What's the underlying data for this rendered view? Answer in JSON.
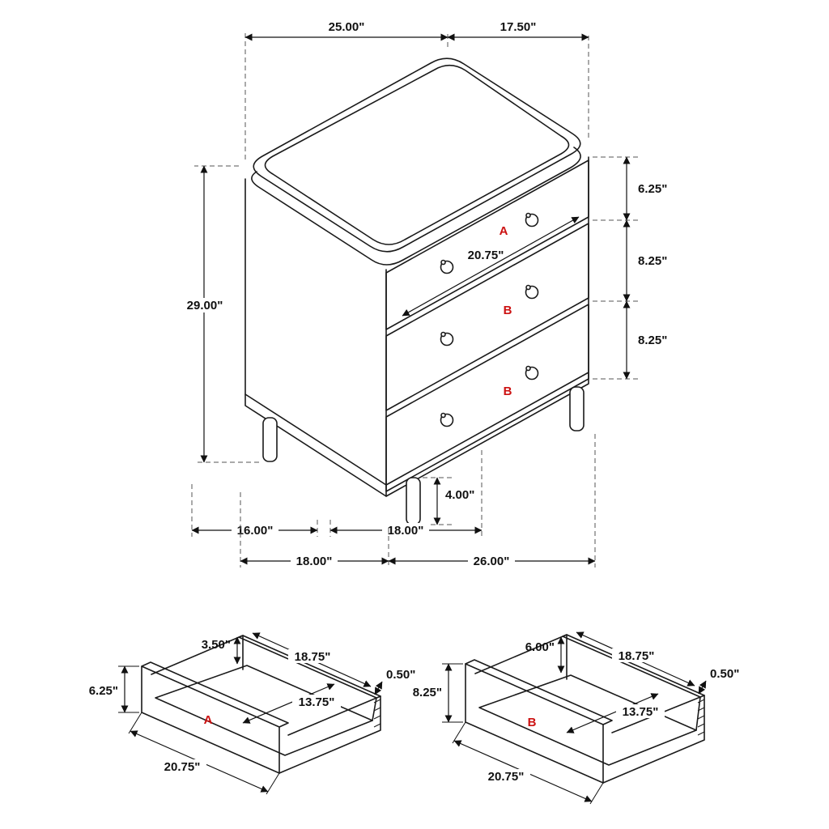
{
  "colors": {
    "line": "#1a1a1a",
    "dimension": "#111111",
    "drawer_label": "#cc1111",
    "background": "#ffffff"
  },
  "main_view": {
    "top_width": "25.00\"",
    "top_depth": "17.50\"",
    "overall_height": "29.00\"",
    "top_drawer_height": "6.25\"",
    "middle_drawer_height": "8.25\"",
    "bottom_drawer_height": "8.25\"",
    "drawer_width": "20.75\"",
    "drawer_a_label": "A",
    "drawer_b1_label": "B",
    "drawer_b2_label": "B",
    "leg_height": "4.00\"",
    "floor_span_left": "16.00\"",
    "floor_span_right": "18.00\"",
    "overall_depth": "18.00\"",
    "overall_width": "26.00\""
  },
  "drawer_a_view": {
    "label": "A",
    "box_height": "3.50\"",
    "inner_width": "18.75\"",
    "wall_thickness": "0.50\"",
    "inner_depth": "13.75\"",
    "front_height": "6.25\"",
    "front_width": "20.75\""
  },
  "drawer_b_view": {
    "label": "B",
    "box_height": "6.00\"",
    "inner_width": "18.75\"",
    "wall_thickness": "0.50\"",
    "inner_depth": "13.75\"",
    "front_height": "8.25\"",
    "front_width": "20.75\""
  }
}
